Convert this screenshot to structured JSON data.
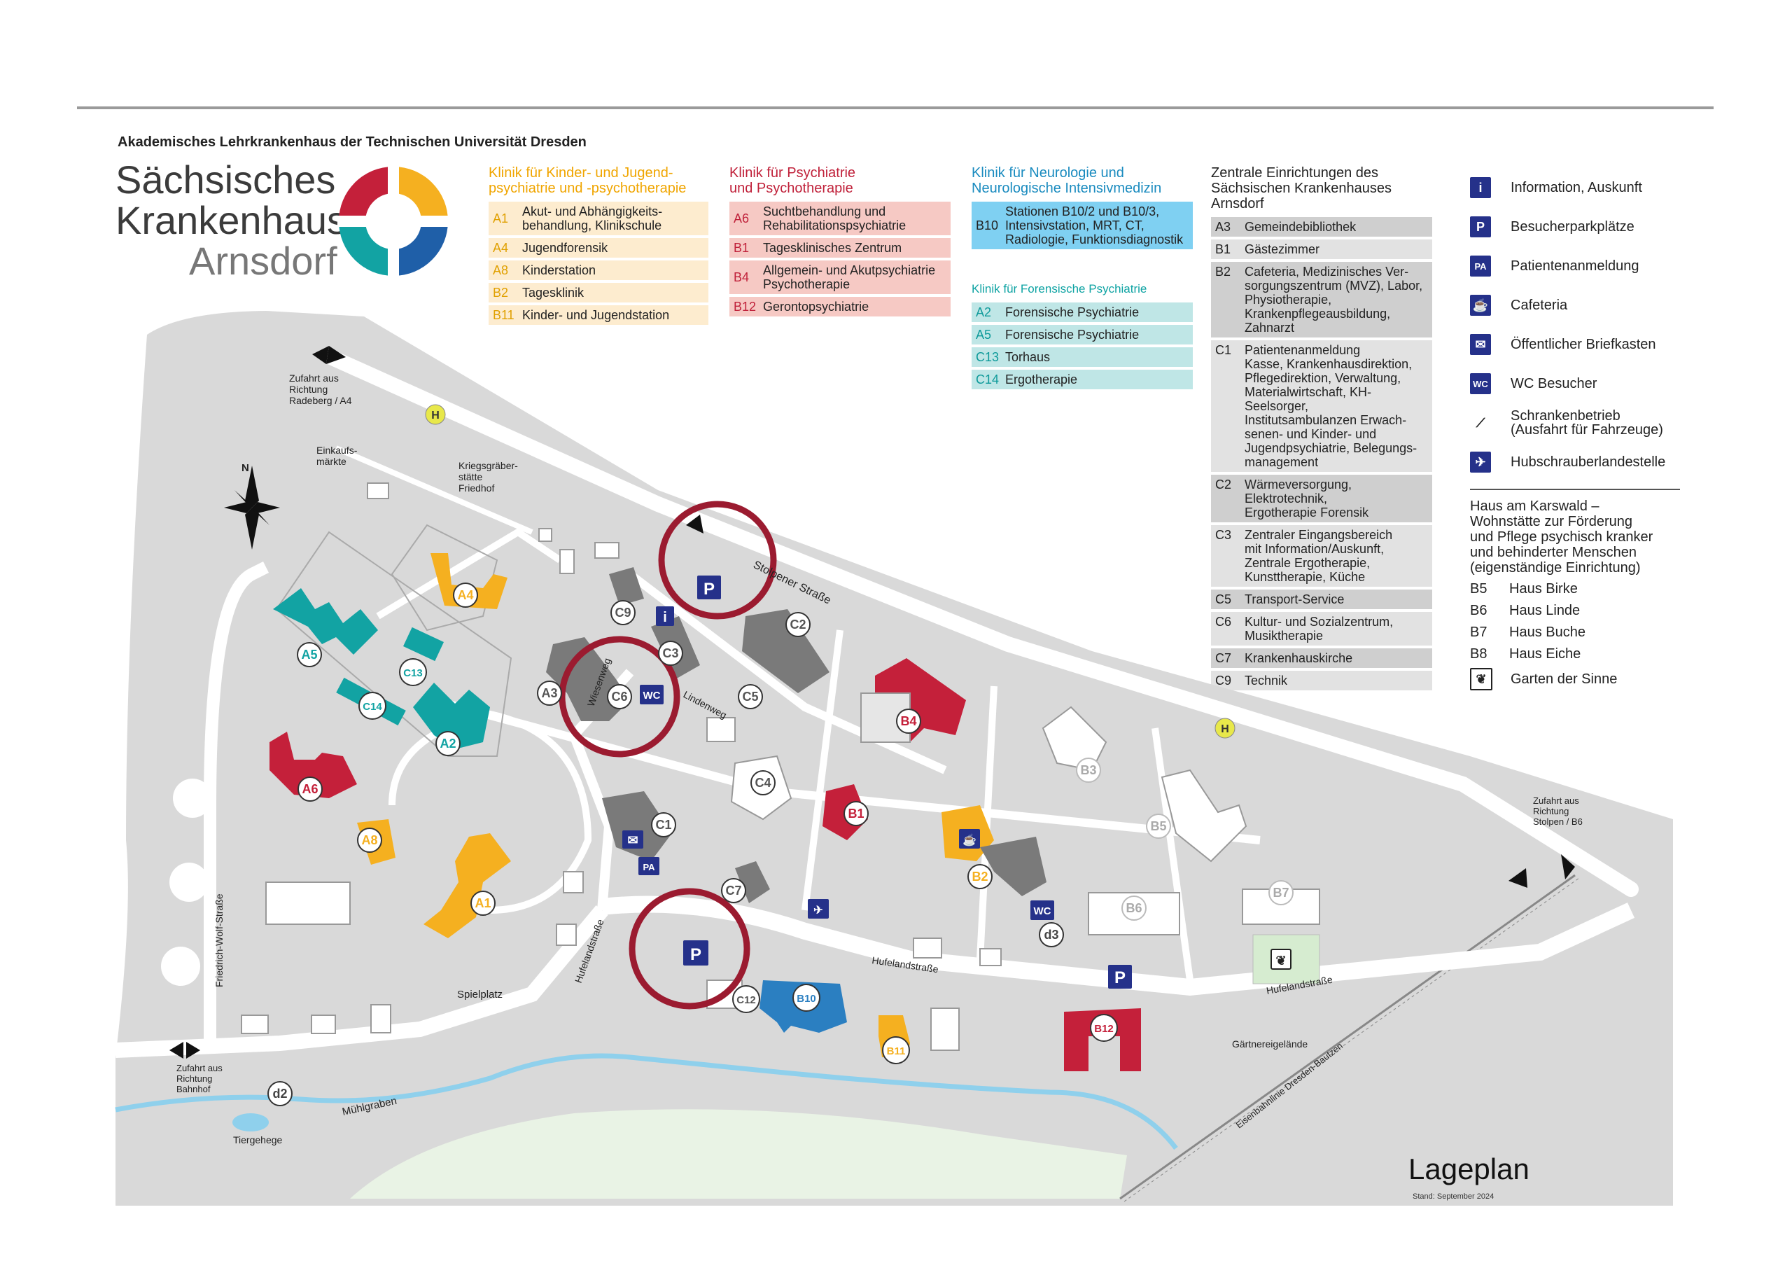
{
  "header": {
    "institution": "Akademisches Lehrkrankenhaus der Technischen Universität Dresden",
    "logo_line1": "Sächsisches",
    "logo_line2": "Krankenhaus",
    "logo_line3": "Arnsdorf"
  },
  "legend": {
    "kjp": {
      "title": "Klinik für Kinder- und Jugend-\npsychiatrie und -psychotherapie",
      "items": [
        {
          "code": "A1",
          "label": "Akut- und Abhängigkeits-\nbehandlung, Klinikschule"
        },
        {
          "code": "A4",
          "label": "Jugendforensik"
        },
        {
          "code": "A8",
          "label": "Kinderstation"
        },
        {
          "code": "B2",
          "label": "Tagesklinik"
        },
        {
          "code": "B11",
          "label": "Kinder- und Jugendstation"
        }
      ]
    },
    "psy": {
      "title": "Klinik für Psychiatrie\nund Psychotherapie",
      "items": [
        {
          "code": "A6",
          "label": "Suchtbehandlung und\nRehabilitationspsychiatrie"
        },
        {
          "code": "B1",
          "label": "Tagesklinisches Zentrum"
        },
        {
          "code": "B4",
          "label": "Allgemein- und Akutpsychiatrie\nPsychotherapie"
        },
        {
          "code": "B12",
          "label": "Gerontopsychiatrie"
        }
      ]
    },
    "neu": {
      "title": "Klinik für Neurologie und\nNeurologische Intensivmedizin",
      "items": [
        {
          "code": "B10",
          "label": "Stationen B10/2 und B10/3,\nIntensivstation, MRT, CT,\nRadiologie, Funktionsdiagnostik"
        }
      ]
    },
    "for": {
      "title": "Klinik für Forensische Psychiatrie",
      "items": [
        {
          "code": "A2",
          "label": "Forensische Psychiatrie"
        },
        {
          "code": "A5",
          "label": "Forensische Psychiatrie"
        },
        {
          "code": "C13",
          "label": "Torhaus"
        },
        {
          "code": "C14",
          "label": "Ergotherapie"
        }
      ]
    },
    "zen": {
      "title": "Zentrale Einrichtungen des\nSächsischen Krankenhauses Arnsdorf",
      "items": [
        {
          "code": "A3",
          "label": "Gemeindebibliothek"
        },
        {
          "code": "B1",
          "label": "Gästezimmer"
        },
        {
          "code": "B2",
          "label": "Cafeteria, Medizinisches Ver-\nsorgungszentrum (MVZ), Labor,\nPhysiotherapie,\nKrankenpflegeausbildung,\nZahnarzt"
        },
        {
          "code": "C1",
          "label": "Patientenanmeldung\nKasse, Krankenhausdirektion,\nPflegedirektion, Verwaltung,\nMaterialwirtschaft, KH-Seelsorger,\nInstitutsambulanzen Erwach-\nsenen- und Kinder- und\nJugendpsychiatrie, Belegungs-\nmanagement"
        },
        {
          "code": "C2",
          "label": "Wärmeversorgung, Elektrotechnik,\nErgotherapie Forensik"
        },
        {
          "code": "C3",
          "label": "Zentraler Eingangsbereich\nmit Information/Auskunft,\nZentrale Ergotherapie,\nKunsttherapie, Küche"
        },
        {
          "code": "C5",
          "label": "Transport-Service"
        },
        {
          "code": "C6",
          "label": "Kultur- und Sozialzentrum,\nMusiktherapie"
        },
        {
          "code": "C7",
          "label": "Krankenhauskirche"
        },
        {
          "code": "C9",
          "label": "Technik"
        }
      ]
    },
    "symbols": [
      {
        "icon": "info-icon",
        "glyph": "i",
        "label": "Information, Auskunft"
      },
      {
        "icon": "parking-icon",
        "glyph": "P",
        "label": "Besucherparkplätze"
      },
      {
        "icon": "patient-registration-icon",
        "glyph": "PA",
        "label": "Patientenanmeldung"
      },
      {
        "icon": "cafeteria-icon",
        "glyph": "☕",
        "label": "Cafeteria"
      },
      {
        "icon": "mailbox-icon",
        "glyph": "✉",
        "label": "Öffentlicher Briefkasten"
      },
      {
        "icon": "wc-icon",
        "glyph": "WC",
        "label": "WC Besucher"
      },
      {
        "icon": "barrier-icon",
        "glyph": "⟋",
        "label": "Schrankenbetrieb\n(Ausfahrt für Fahrzeuge)"
      },
      {
        "icon": "helicopter-icon",
        "glyph": "✈",
        "label": "Hubschrauberlandestelle"
      }
    ],
    "karswald": "Haus am Karswald –\nWohnstätte zur Förderung\nund Pflege psychisch kranker\nund behinderter Menschen\n(eigenständige Einrichtung)",
    "haeuser": [
      {
        "code": "B5",
        "label": "Haus Birke"
      },
      {
        "code": "B6",
        "label": "Haus Linde"
      },
      {
        "code": "B7",
        "label": "Haus Buche"
      },
      {
        "code": "B8",
        "label": "Haus Eiche"
      }
    ],
    "garten": {
      "icon": "garden-icon",
      "label": "Garten der Sinne"
    }
  },
  "map": {
    "labels": {
      "zufahrt_radeberg": "Zufahrt aus\nRichtung\nRadeberg / A4",
      "einkauf": "Einkaufs-\nmärkte",
      "kriegsgraeber": "Kriegsgräber-\nstätte\nFriedhof",
      "stolpener": "Stolpener Straße",
      "wiesenweg": "Wiesenweg",
      "lindenweg": "Lindenweg",
      "hufeland1": "Hufelandstraße",
      "hufeland2": "Hufelandstraße",
      "hufeland3": "Hufelandstraße",
      "friedrich": "Friedrich-Wolf-Straße",
      "spielplatz": "Spielplatz",
      "zufahrt_bahnhof": "Zufahrt aus\nRichtung\nBahnhof",
      "muehlgraben": "Mühlgraben",
      "tiergehege": "Tiergehege",
      "gaertnerei": "Gärtnereigelände",
      "eisenbahn": "Eisenbahnlinie Dresden-Bautzen",
      "zufahrt_stolpen": "Zufahrt aus\nRichtung\nStolpen / B6",
      "north": "N"
    },
    "buildings": [
      {
        "code": "A1",
        "group": "kjp"
      },
      {
        "code": "A4",
        "group": "kjp"
      },
      {
        "code": "A8",
        "group": "kjp"
      },
      {
        "code": "B2",
        "group": "kjp"
      },
      {
        "code": "B11",
        "group": "kjp"
      },
      {
        "code": "A6",
        "group": "psy"
      },
      {
        "code": "B1",
        "group": "psy"
      },
      {
        "code": "B4",
        "group": "psy"
      },
      {
        "code": "B12",
        "group": "psy"
      },
      {
        "code": "B10",
        "group": "neu"
      },
      {
        "code": "A2",
        "group": "for"
      },
      {
        "code": "A5",
        "group": "for"
      },
      {
        "code": "C13",
        "group": "for"
      },
      {
        "code": "C14",
        "group": "for"
      },
      {
        "code": "A3",
        "group": "zen"
      },
      {
        "code": "C1",
        "group": "zen"
      },
      {
        "code": "C2",
        "group": "zen"
      },
      {
        "code": "C3",
        "group": "zen"
      },
      {
        "code": "C4",
        "group": "zen"
      },
      {
        "code": "C5",
        "group": "zen"
      },
      {
        "code": "C6",
        "group": "zen"
      },
      {
        "code": "C7",
        "group": "zen"
      },
      {
        "code": "C9",
        "group": "zen"
      },
      {
        "code": "C12",
        "group": "zen"
      },
      {
        "code": "B3",
        "group": "ext"
      },
      {
        "code": "B5",
        "group": "ext"
      },
      {
        "code": "B6",
        "group": "ext"
      },
      {
        "code": "B7",
        "group": "ext"
      },
      {
        "code": "d2",
        "group": "other"
      },
      {
        "code": "d3",
        "group": "other"
      }
    ]
  },
  "footer": {
    "title": "Lageplan",
    "stand": "Stand: September 2024"
  },
  "colors": {
    "kjp": "#f5b020",
    "psy": "#c4203a",
    "neu": "#2b7fc1",
    "for": "#12a3a3",
    "zen": "#7a7a7a",
    "road": "#ffffff",
    "ground": "#dcdcdc",
    "water": "#8fd0ec",
    "green": "#e6f2e0",
    "highlight": "#9b1b30",
    "symbol": "#25318a",
    "busstop": "#e8e84a"
  }
}
